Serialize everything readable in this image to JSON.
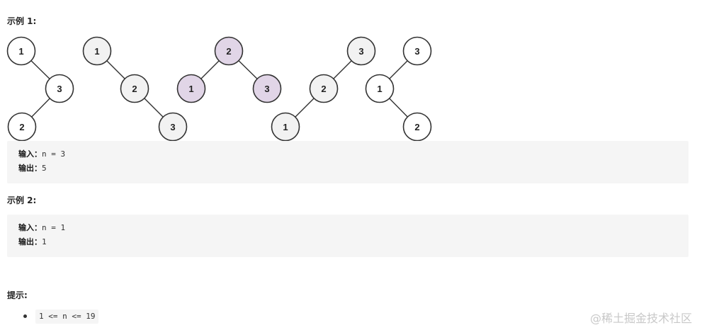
{
  "example1": {
    "heading": "示例 1:",
    "input_label": "输入：",
    "input_value": "n = 3",
    "output_label": "输出：",
    "output_value": "5"
  },
  "trees": [
    {
      "nodes": [
        "1",
        "3",
        "2"
      ],
      "highlighted": false
    },
    {
      "nodes": [
        "1",
        "2",
        "3"
      ],
      "highlighted": false
    },
    {
      "nodes": [
        "2",
        "1",
        "3"
      ],
      "highlighted": true
    },
    {
      "nodes": [
        "3",
        "2",
        "1"
      ],
      "highlighted": false
    },
    {
      "nodes": [
        "3",
        "1",
        "2"
      ],
      "highlighted": false
    }
  ],
  "colors": {
    "node_white": "#ffffff",
    "node_gray": "#f2f2f2",
    "node_highlight": "#e1d5e7",
    "code_background": "#f5f5f5"
  },
  "example2": {
    "heading": "示例 2:",
    "input_label": "输入：",
    "input_value": "n = 1",
    "output_label": "输出：",
    "output_value": "1"
  },
  "hint": {
    "heading": "提示:",
    "constraint": "1 <= n <= 19"
  },
  "watermark": "@稀土掘金技术社区"
}
